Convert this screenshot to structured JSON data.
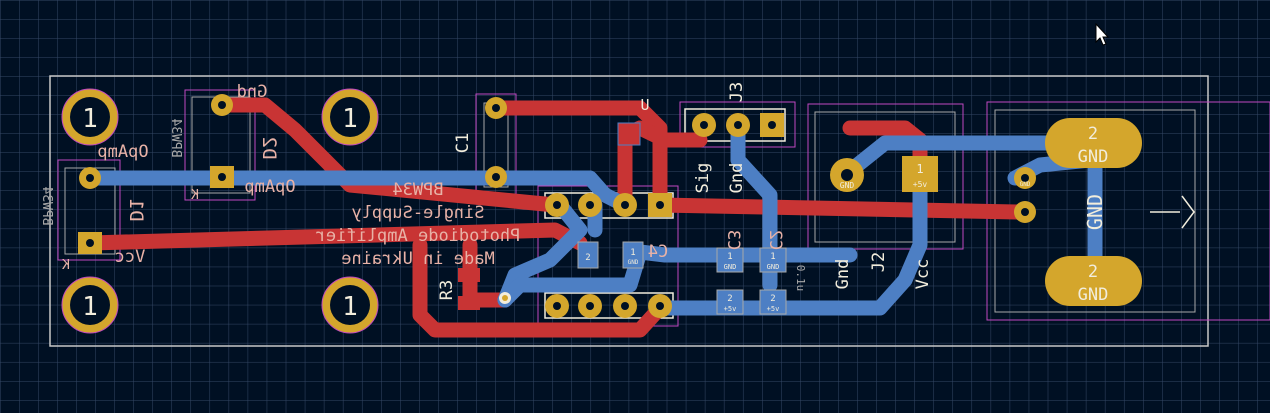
{
  "board": {
    "mounting_hole_label": "1",
    "silk_text_lines": [
      "BPW34",
      "Single-Supply",
      "Photodiode Amplifier",
      "Made in Ukraine"
    ]
  },
  "labels": {
    "gnd_top": "Gnd",
    "opamp_left": "OpAmp",
    "opamp_right": "OpAmp",
    "bpw34_d2": "BPW34",
    "bpw34_d1": "BPW34",
    "d2": "D2",
    "d1": "D1",
    "k_d2": "K",
    "k_d1": "K",
    "vcc_left": "Vcc",
    "c1": "C1",
    "r3": "R3",
    "c4": "C4",
    "c3": "C3",
    "c2": "C2",
    "j3": "J3",
    "sig": "Sig",
    "gnd_j3": "Gnd",
    "j2_gnd": "Gnd",
    "j2": "J2",
    "j2_vcc": "Vcc",
    "ref_u": "U",
    "big_gnd": "GND",
    "pad_gnd": "GND",
    "pad_one": "1",
    "pad_two": "2",
    "pad_5v": "+5v",
    "smd_one": "1",
    "smd_two": "2",
    "smd_gnd": "GND",
    "smd_5v": "+5v",
    "small_fraction": "0.1u"
  },
  "colors": {
    "background": "#001023",
    "grid": "#354866",
    "board_edge": "#c8c8c8",
    "front_copper": "#c83434",
    "back_copper": "#4d7fc4",
    "pad": "#d4a62c",
    "silkscreen_front": "#f2eddc",
    "silkscreen_back": "#e8b2a7",
    "courtyard": "#c048c0",
    "fab": "#a8a8a8"
  }
}
